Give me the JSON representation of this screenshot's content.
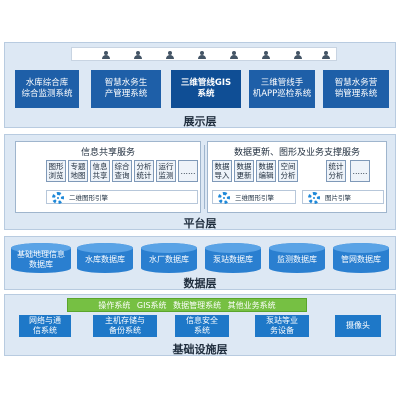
{
  "display_layer": {
    "title": "展示层",
    "apps": [
      {
        "label": "水库综合库\n综合监测系统"
      },
      {
        "label": "智慧水务生\n产管理系统"
      },
      {
        "label": "三维管线GIS\n系统"
      },
      {
        "label": "三维管线手\n机APP巡检系统"
      },
      {
        "label": "智慧水务营\n销管理系统"
      }
    ],
    "user_icon_count": 8
  },
  "platform_layer": {
    "title": "平台层",
    "info_panel": {
      "title": "信息共享服务",
      "cells": [
        {
          "label": "图形\n浏览"
        },
        {
          "label": "专题\n地图"
        },
        {
          "label": "信息\n共享"
        },
        {
          "label": "综合\n查询"
        },
        {
          "label": "分析\n统计"
        },
        {
          "label": "运行\n监测"
        },
        {
          "label": "……"
        }
      ],
      "engine": "二维图形引擎"
    },
    "update_panel": {
      "title": "数据更新、图形及业务支撑服务",
      "cells": [
        {
          "label": "数据\n导入"
        },
        {
          "label": "数据\n更新"
        },
        {
          "label": "数据\n编辑"
        },
        {
          "label": "空间\n分析"
        },
        {
          "label": "统计\n分析"
        },
        {
          "label": "……"
        }
      ],
      "engine_3d": "三维图形引擎",
      "engine_img": "图片引擎"
    }
  },
  "data_layer": {
    "title": "数据层",
    "databases": [
      {
        "label": "基础地理信息\n数据库"
      },
      {
        "label": "水库数据库"
      },
      {
        "label": "水厂数据库"
      },
      {
        "label": "泵站数据库"
      },
      {
        "label": "监测数据库"
      },
      {
        "label": "管网数据库"
      }
    ]
  },
  "infra_layer": {
    "title": "基础设施层",
    "systems_bar": "操作系统 GIS系统 数据管理系统 其他业务系统",
    "items": [
      {
        "label": "网络与通\n信系统"
      },
      {
        "label": "主机存储与\n备份系统"
      },
      {
        "label": "信息安全\n系统"
      },
      {
        "label": "泵站等业\n务设备"
      },
      {
        "label": "摄像头"
      }
    ]
  },
  "colors": {
    "layer_bg": "#dde8f4",
    "app_blue": "#1e5fa8",
    "db_blue": "#2a7fd0",
    "infra_blue": "#1e78c8",
    "green": "#76c043"
  }
}
